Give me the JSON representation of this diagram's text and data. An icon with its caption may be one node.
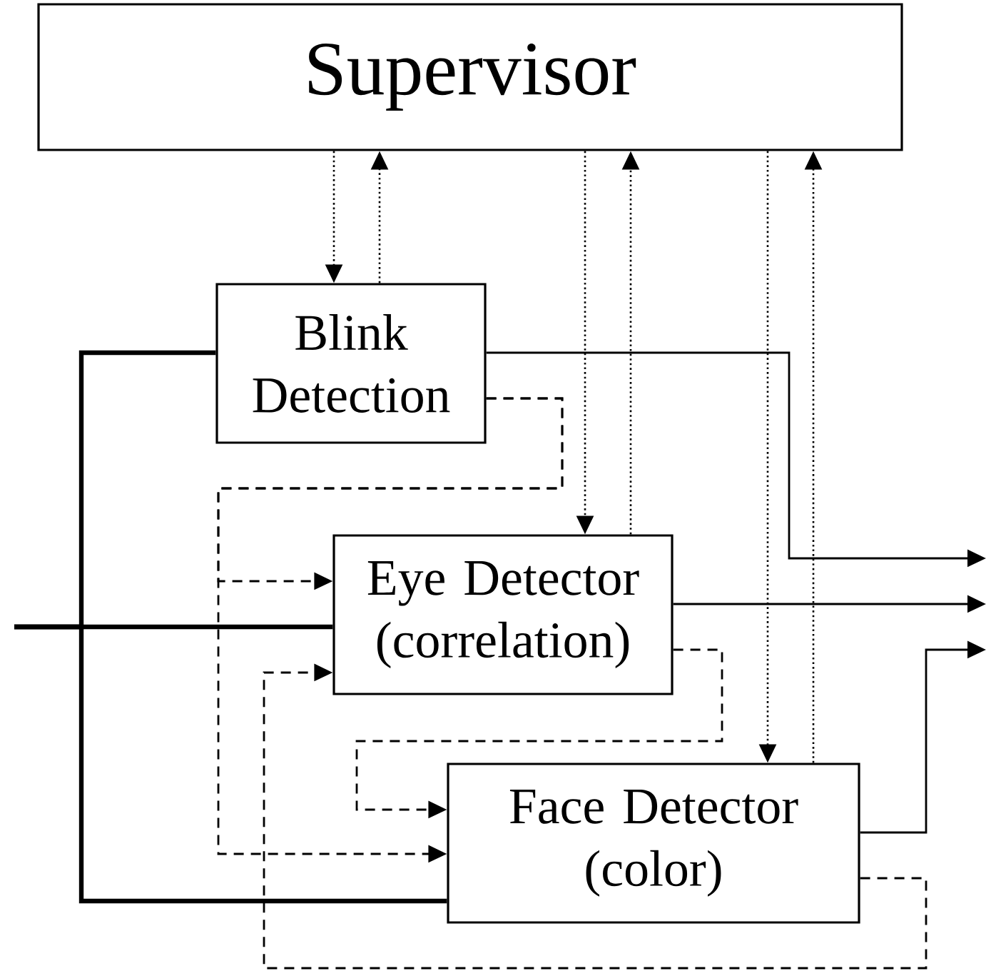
{
  "diagram": {
    "nodes": [
      {
        "text": [
          "Supervisor"
        ]
      },
      {
        "text": [
          "Blink Detection"
        ]
      },
      {
        "text": [
          "Eye Detector (correlation)"
        ]
      },
      {
        "text": [
          "Face Detector (color)"
        ]
      }
    ],
    "edges": [
      {
        "from": 0,
        "to": 1,
        "arrow": "to",
        "style": "dashed"
      },
      {
        "from": 1,
        "to": 0,
        "arrow": "to",
        "style": "dashed"
      },
      {
        "from": 0,
        "to": 2,
        "arrow": "to",
        "style": "dashed"
      },
      {
        "from": 2,
        "to": 0,
        "arrow": "to",
        "style": "dashed"
      },
      {
        "from": 0,
        "to": 3,
        "arrow": "to",
        "style": "dashed"
      },
      {
        "from": 3,
        "to": 0,
        "arrow": "to",
        "style": "dashed"
      },
      {
        "from": 1,
        "to": null,
        "arrow": "to"
      },
      {
        "from": 2,
        "to": null,
        "arrow": "to"
      },
      {
        "from": 3,
        "to": null,
        "arrow": "to"
      },
      {
        "from": null,
        "to": 1,
        "arrow": "none",
        "style": "thick"
      },
      {
        "from": null,
        "to": 2,
        "arrow": "none",
        "style": "thick"
      },
      {
        "from": null,
        "to": 3,
        "arrow": "none",
        "style": "thick"
      },
      {
        "from": 1,
        "to": 2,
        "arrow": "to",
        "style": "dashed"
      },
      {
        "from": 1,
        "to": 3,
        "arrow": "to",
        "style": "dashed"
      },
      {
        "from": 2,
        "to": 3,
        "arrow": "to",
        "style": "dashed"
      },
      {
        "from": 3,
        "to": 2,
        "arrow": "to",
        "style": "dashed"
      }
    ]
  }
}
